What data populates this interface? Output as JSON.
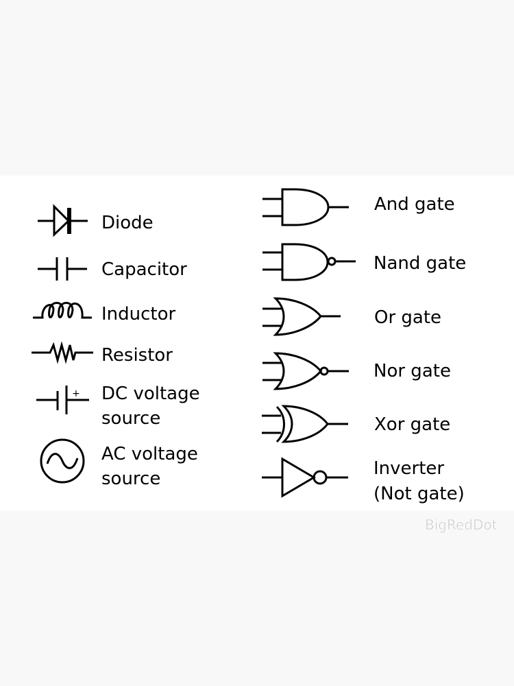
{
  "background_color": "#f8f8f8",
  "panel_color": "#ffffff",
  "components": [
    {
      "symbol": "diode",
      "label": "Diode"
    },
    {
      "symbol": "capacitor",
      "label": "Capacitor"
    },
    {
      "symbol": "inductor",
      "label": "Inductor"
    },
    {
      "symbol": "resistor",
      "label": "Resistor"
    },
    {
      "symbol": "dc-voltage-source",
      "label_line1": "DC voltage",
      "label_line2": "source",
      "polarity": "+"
    },
    {
      "symbol": "ac-voltage-source",
      "label_line1": "AC voltage",
      "label_line2": "source"
    }
  ],
  "gates": [
    {
      "symbol": "and-gate",
      "label": "And gate"
    },
    {
      "symbol": "nand-gate",
      "label": "Nand gate"
    },
    {
      "symbol": "or-gate",
      "label": "Or gate"
    },
    {
      "symbol": "nor-gate",
      "label": "Nor gate"
    },
    {
      "symbol": "xor-gate",
      "label": "Xor gate"
    },
    {
      "symbol": "inverter",
      "label_line1": "Inverter",
      "label_line2": "(Not gate)"
    }
  ],
  "watermark": "BigRedDot"
}
